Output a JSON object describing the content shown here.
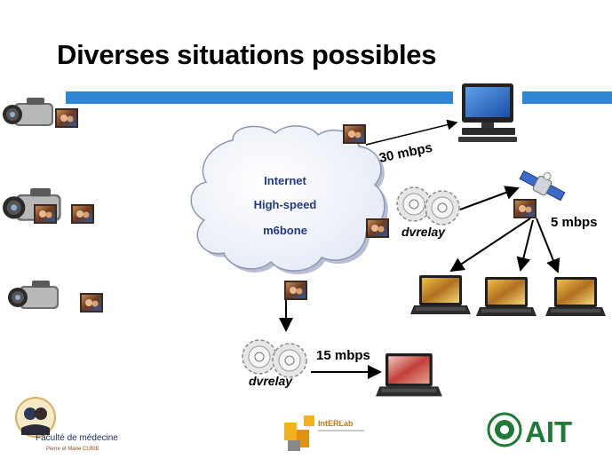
{
  "slide": {
    "title": "Diverses situations possibles"
  },
  "network": {
    "cloud_lines": [
      "Internet",
      "High-speed",
      "m6bone"
    ],
    "relay_label": "dvrelay",
    "rates": {
      "to_desktop": "30 mbps",
      "satellite": "5 mbps",
      "to_laptop": "15 mbps"
    }
  },
  "logos": {
    "faculty_name": "Faculté de médecine",
    "faculty_sub": "Pierre et Marie CURIE",
    "interlab": "IntERLab",
    "ait": "AIT"
  },
  "colors": {
    "title_bar": "#2f86d2",
    "cloud_fill": "#f1f4fb",
    "cloud_text": "#1f3a8a",
    "arrow": "#000000",
    "ait_green": "#1f7a38"
  },
  "icons": [
    "camcorder-icon",
    "video-thumbnail-icon",
    "cloud-icon",
    "gear-icon",
    "satellite-icon",
    "desktop-monitor-icon",
    "laptop-icon"
  ]
}
